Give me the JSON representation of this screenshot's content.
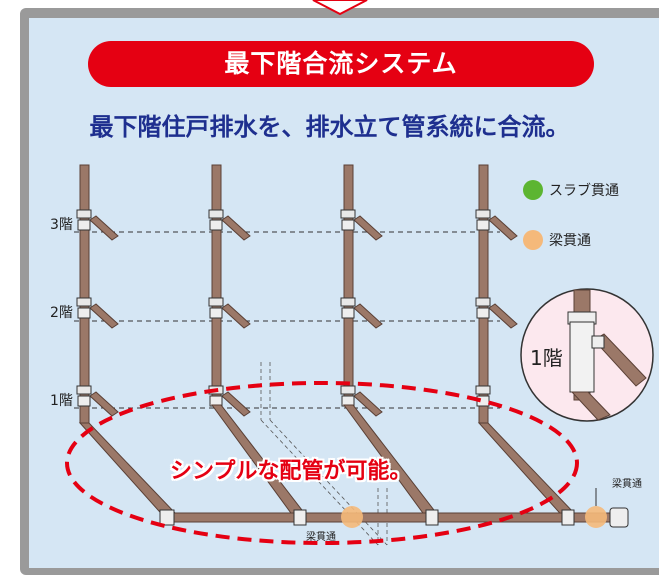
{
  "title": "最下階合流システム",
  "subtitle": "最下階住戸排水を、排水立て管系統に合流。",
  "floors": [
    "3階",
    "2階",
    "1階"
  ],
  "legend": [
    {
      "label": "スラブ貫通",
      "color": "#5cb531",
      "icon": "green-dot"
    },
    {
      "label": "梁貫通",
      "color": "#f5b97a",
      "icon": "orange-dot"
    }
  ],
  "callout": "シンプルな配管が可能。",
  "beam_labels": {
    "center": "梁貫通",
    "right": "梁貫通"
  },
  "zoom": {
    "label": "1階"
  },
  "colors": {
    "accent": "#e50012",
    "pipe": "#9b7868",
    "panel": "#d5e6f4",
    "subtitle": "#1e2f8f"
  }
}
